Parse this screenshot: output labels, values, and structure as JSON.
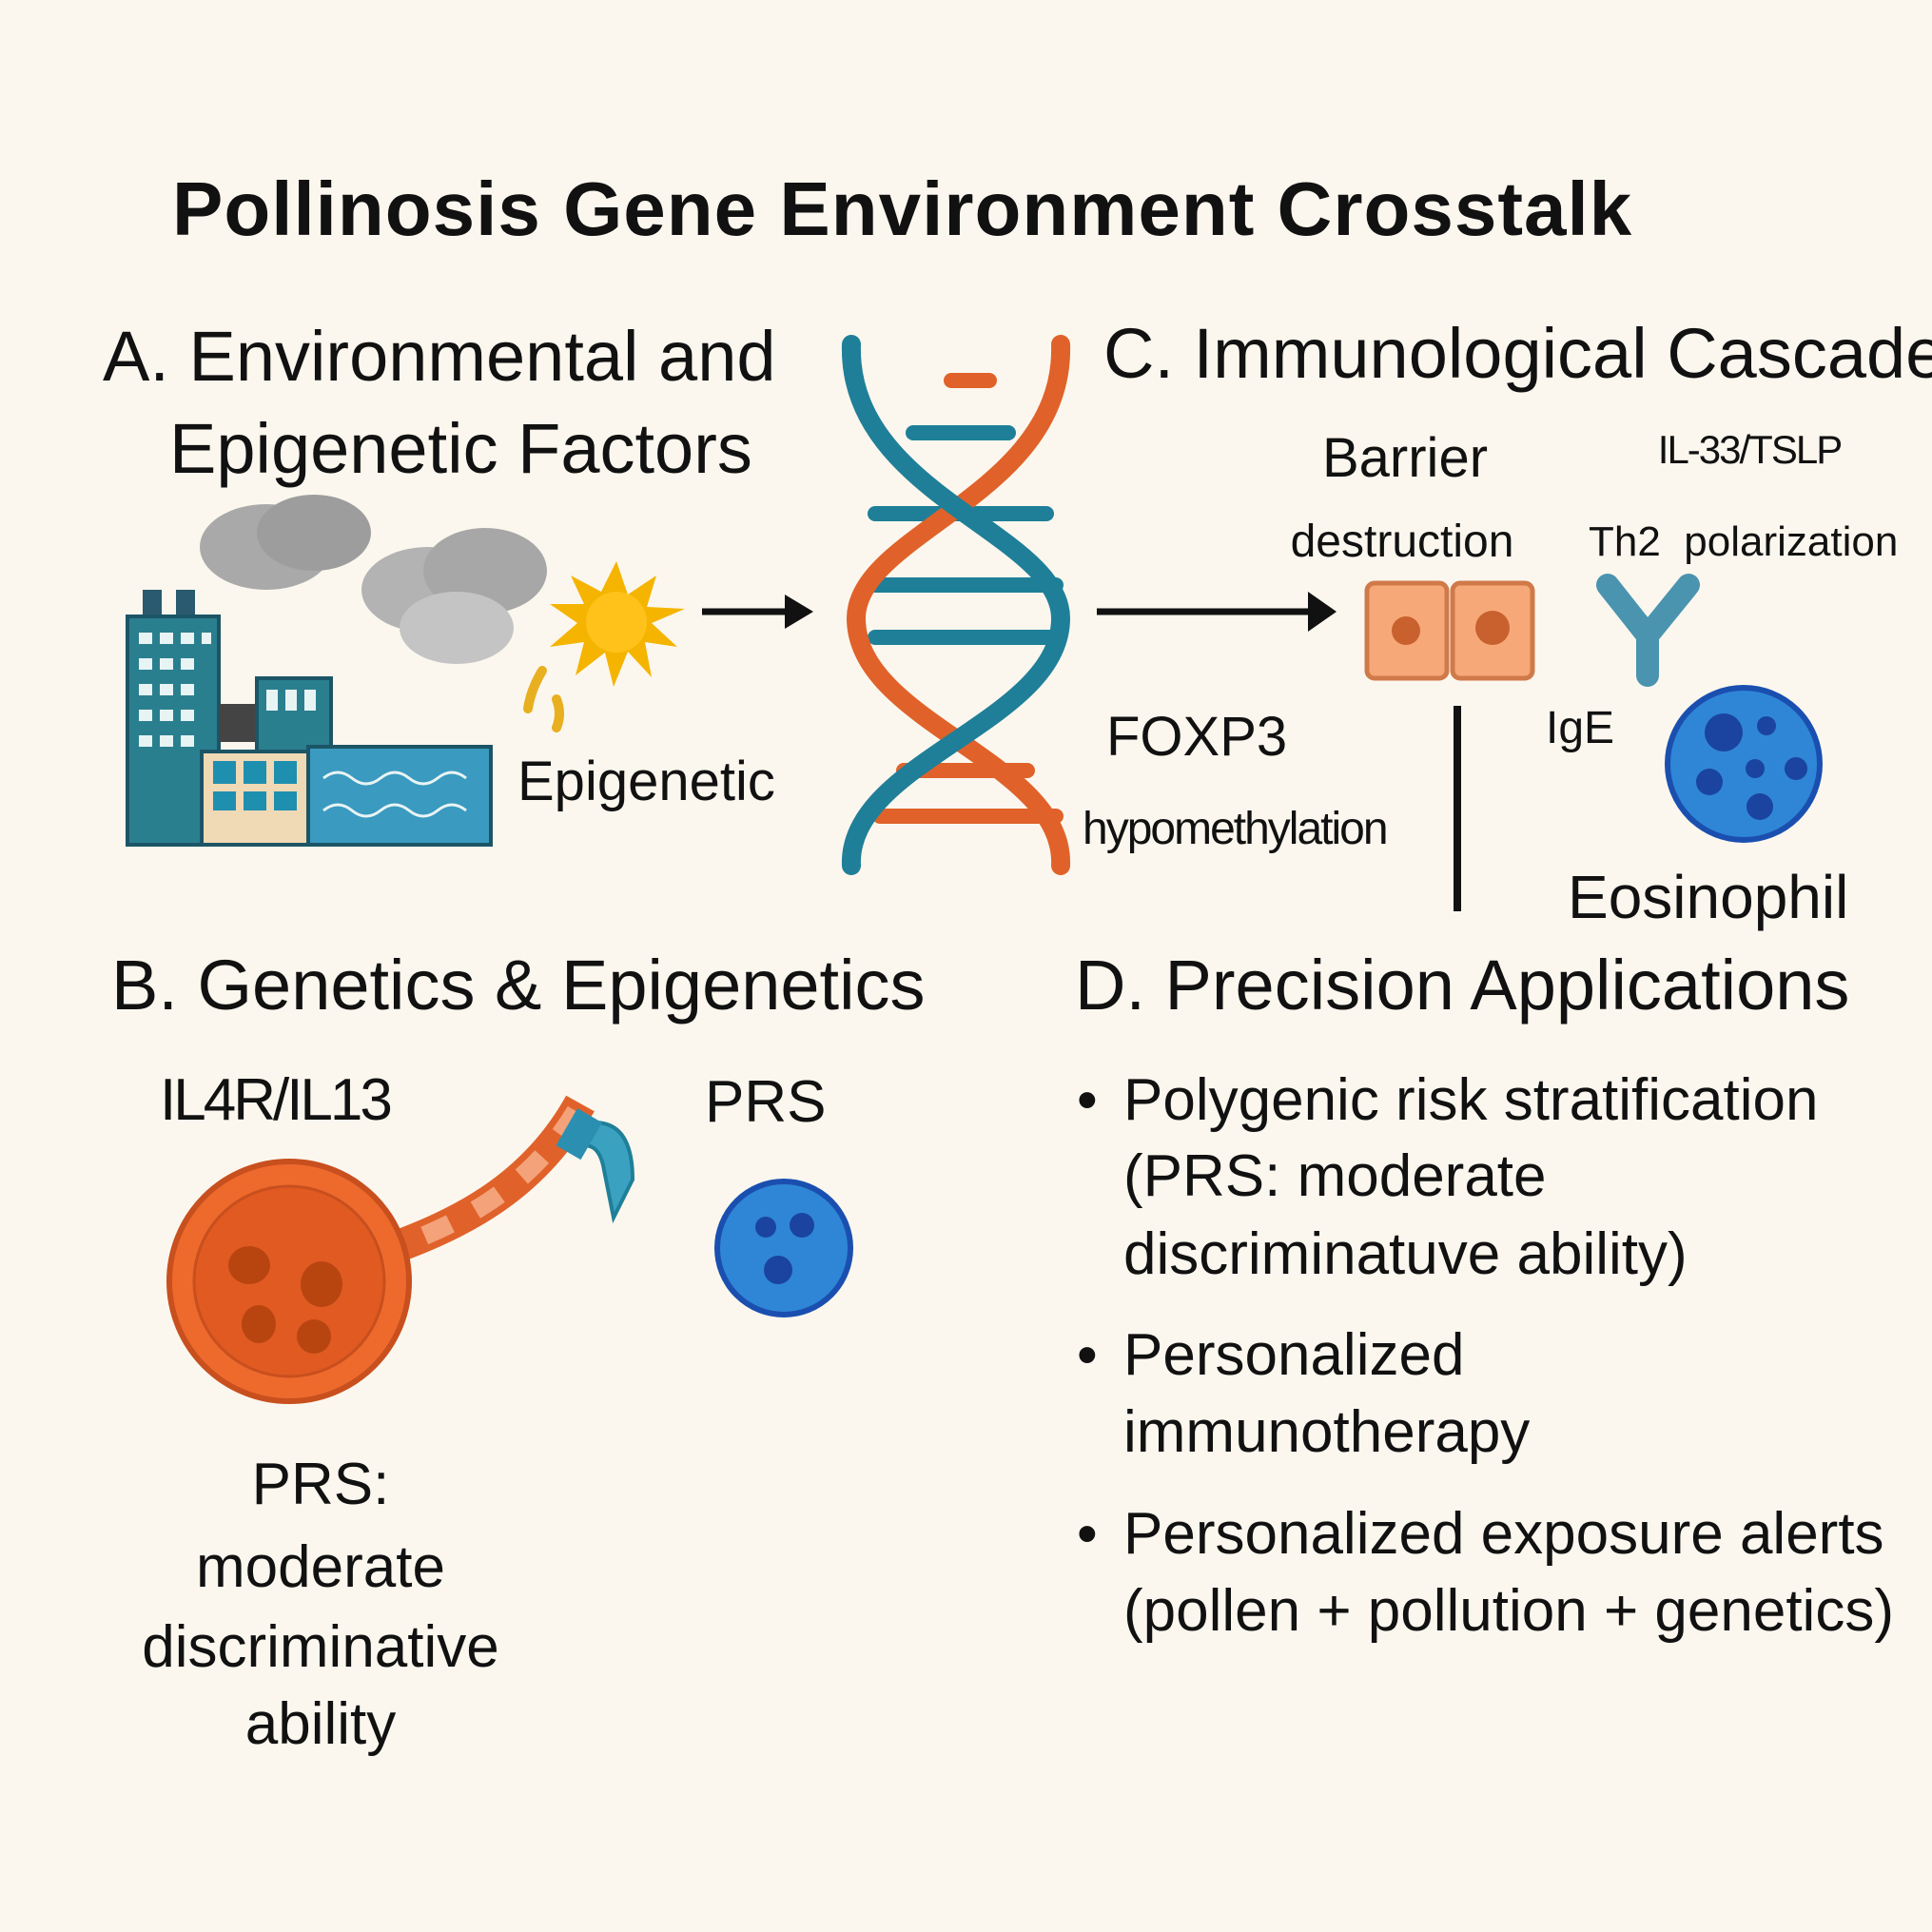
{
  "title": "Pollinosis Gene Environment Crosstalk",
  "section_a": {
    "heading_line1": "A. Environmental and",
    "heading_line2": "Epigenetic Factors",
    "label": "Epigenetic"
  },
  "section_b": {
    "heading": "B. Genetics & Epigenetics",
    "gene_label": "IL4R/IL13",
    "prs_label": "PRS",
    "prs_note": [
      "PRS:",
      "moderate",
      "discriminative",
      "ability"
    ]
  },
  "section_c": {
    "heading": "C. Immunological Cascade",
    "barrier": "Barrier",
    "destruction": "destruction",
    "il33": "IL-33/TSLP",
    "th2": "Th2  polarization",
    "foxp3": "FOXP3",
    "hypomethylation": "hypomethylation",
    "ige": "IgE",
    "eosinophil": "Eosinophil"
  },
  "section_d": {
    "heading": "D. Precision Applications",
    "bullets": [
      {
        "lines": [
          "Polygenic risk stratification",
          "(PRS: moderate",
          "discriminatuve ability)"
        ]
      },
      {
        "lines": [
          "Personalized",
          "immunotherapy"
        ]
      },
      {
        "lines": [
          "Personalized exposure alerts",
          "(pollen + pollution + genetics)"
        ]
      }
    ]
  },
  "colors": {
    "background": "#fbf7ee",
    "dna_orange": "#e0622a",
    "dna_teal": "#1f7f98",
    "cell_orange": "#f3a57a",
    "eosinophil_blue": "#2f7fd0",
    "building_teal": "#2a7f8f",
    "sun": "#f5b400"
  }
}
